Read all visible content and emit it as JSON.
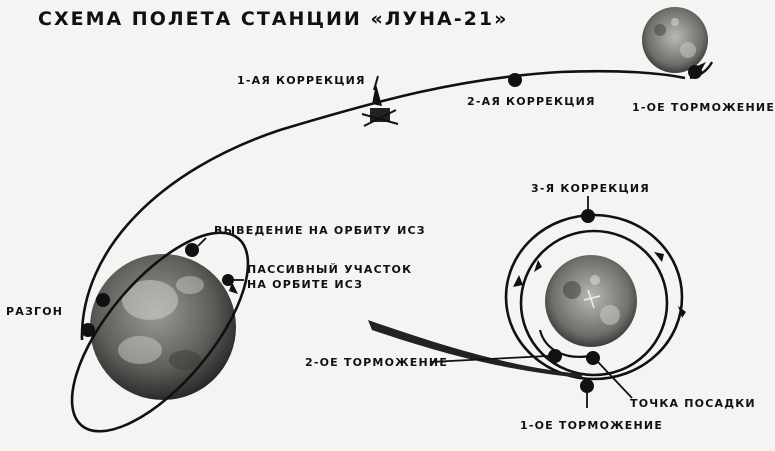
{
  "title": "СХЕМА ПОЛЕТА СТАНЦИИ «ЛУНА-21»",
  "labels": {
    "correction_1": "1-АЯ КОРРЕКЦИЯ",
    "correction_2": "2-АЯ КОРРЕКЦИЯ",
    "braking_1_top": "1-ОЕ ТОРМОЖЕНИЕ",
    "correction_3": "3-Я КОРРЕКЦИЯ",
    "insertion": "ВЫВЕДЕНИЕ НА ОРБИТУ ИСЗ",
    "passive_line1": "ПАССИВНЫЙ УЧАСТОК",
    "passive_line2": "НА ОРБИТЕ ИСЗ",
    "acceleration": "РАЗГОН",
    "braking_2": "2-ОЕ ТОРМОЖЕНИЕ",
    "landing_point": "ТОЧКА ПОСАДКИ",
    "braking_1_bottom": "1-ОЕ ТОРМОЖЕНИЕ"
  },
  "colors": {
    "background": "#f4f4f2",
    "ink": "#111111",
    "earth": "#5a5a58",
    "moon": "#6a6a68"
  }
}
